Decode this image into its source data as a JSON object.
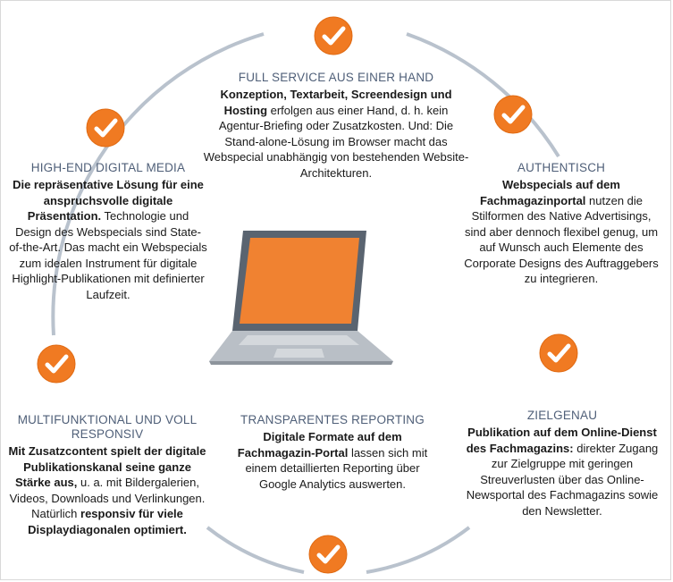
{
  "colors": {
    "ring": "#b9c2cd",
    "badge_orange": "#f07a22",
    "badge_check": "#ffffff",
    "heading": "#4f5f78",
    "screen": "#f08231",
    "laptop_body": "#b9bfc6"
  },
  "icons": {
    "badge": "check-badge-icon",
    "device": "laptop-icon"
  },
  "sections": {
    "full_service": {
      "title": "FULL SERVICE AUS EINER HAND",
      "bold": "Konzeption, Textarbeit, Screendesign und Hosting",
      "text": " erfolgen aus einer Hand, d. h. kein Agentur-Briefing oder Zusatzkosten. Und: Die Stand-alone-Lösung im Browser macht das Webspecial unabhängig von bestehenden Website-Architekturen."
    },
    "high_end": {
      "title": "HIGH-END DIGITAL MEDIA",
      "bold": "Die repräsentative Lösung für eine anspruchsvolle digitale Präsentation.",
      "text": " Technologie und Design des Webspecials sind State-of-the-Art. Das macht ein Webspecials zum idealen Instrument für digitale Highlight-Publikationen mit definierter Laufzeit."
    },
    "authentisch": {
      "title": "AUTHENTISCH",
      "bold": "Webspecials auf dem Fachmagazinportal",
      "text": " nutzen die Stilformen des Native Advertisings, sind aber dennoch flexibel genug, um auf Wunsch auch Elemente des Corporate Designs des Auftraggebers zu integrieren."
    },
    "multifunktional": {
      "title": "MULTIFUNKTIONAL UND VOLL RESPONSIV",
      "bold_1": "Mit Zusatzcontent spielt der digitale Publikationskanal seine ganze Stärke aus,",
      "text_1": " u. a. mit Bildergalerien, Videos, Downloads und Verlinkungen. Natürlich ",
      "bold_2": "responsiv für viele Displaydiagonalen optimiert."
    },
    "reporting": {
      "title": "TRANSPARENTES REPORTING",
      "bold": "Digitale Formate auf dem Fachmagazin-Portal",
      "text": " lassen sich mit einem detaillierten Reporting über Google Analytics auswerten."
    },
    "zielgenau": {
      "title": "ZIELGENAU",
      "bold": "Publikation auf dem Online-Dienst des Fachmagazins:",
      "text": " direkter Zugang zur Zielgruppe mit geringen Streuverlusten über das Online-Newsportal des Fachmagazins sowie den Newsletter."
    }
  }
}
